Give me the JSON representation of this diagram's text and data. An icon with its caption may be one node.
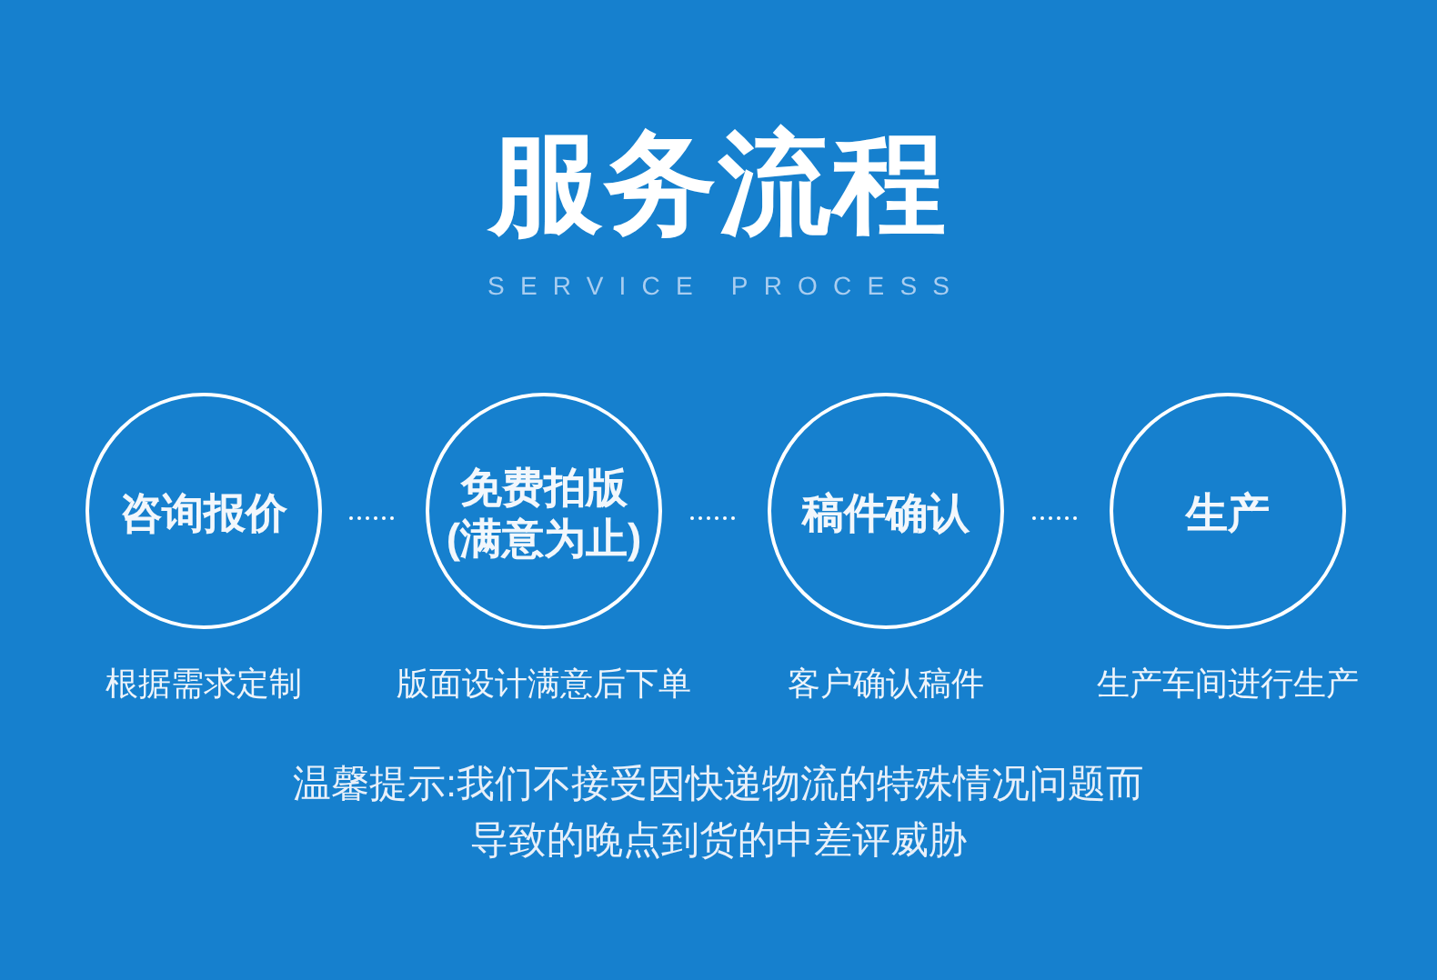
{
  "diagram": {
    "title": "服务流程",
    "nodes": [
      {
        "text": [
          "咨询报价"
        ],
        "beside": [
          "根据需求定制"
        ]
      },
      {
        "text": [
          "免费拍版(满意为止)"
        ],
        "beside": [
          "版面设计满意后下单"
        ]
      },
      {
        "text": [
          "稿件确认"
        ],
        "beside": [
          "客户确认稿件"
        ]
      },
      {
        "text": [
          "生产"
        ],
        "beside": [
          "生产车间进行生产"
        ]
      }
    ],
    "edges": [
      {
        "from": 0,
        "to": 1,
        "arrow": "none"
      },
      {
        "from": 1,
        "to": 2,
        "arrow": "none"
      },
      {
        "from": 2,
        "to": 3,
        "arrow": "none"
      }
    ],
    "labels": [
      "SERVICE PROCESS",
      "温馨提示:我们不接受因快递物流的特殊情况问题而导致的晚点到货的中差评威胁"
    ]
  }
}
